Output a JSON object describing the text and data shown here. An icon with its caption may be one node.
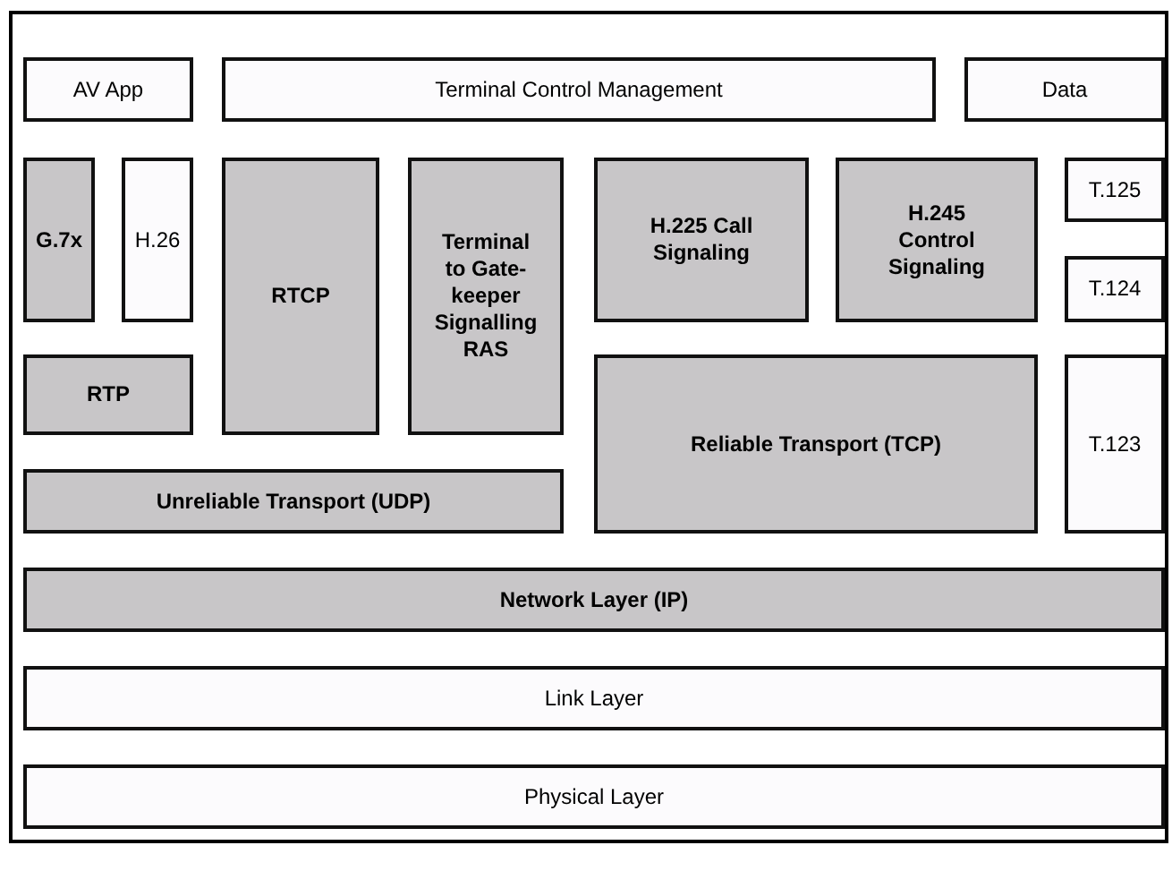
{
  "diagram": {
    "nodes": [
      {
        "text": [
          "AV App"
        ]
      },
      {
        "text": [
          "Terminal Control Management"
        ]
      },
      {
        "text": [
          "Data"
        ]
      },
      {
        "text": [
          "G.7x"
        ]
      },
      {
        "text": [
          "H.26"
        ]
      },
      {
        "text": [
          "RTCP"
        ]
      },
      {
        "text": [
          "Terminal to Gate-keeper Signalling RAS"
        ]
      },
      {
        "text": [
          "H.225 Call Signaling"
        ]
      },
      {
        "text": [
          "H.245 Control Signaling"
        ]
      },
      {
        "text": [
          "T.125"
        ]
      },
      {
        "text": [
          "T.124"
        ]
      },
      {
        "text": [
          "RTP"
        ]
      },
      {
        "text": [
          "Unreliable Transport (UDP)"
        ]
      },
      {
        "text": [
          "Reliable Transport (TCP)"
        ]
      },
      {
        "text": [
          "T.123"
        ]
      },
      {
        "text": [
          "Network Layer (IP)"
        ]
      },
      {
        "text": [
          "Link Layer"
        ]
      },
      {
        "text": [
          "Physical Layer"
        ]
      }
    ]
  }
}
